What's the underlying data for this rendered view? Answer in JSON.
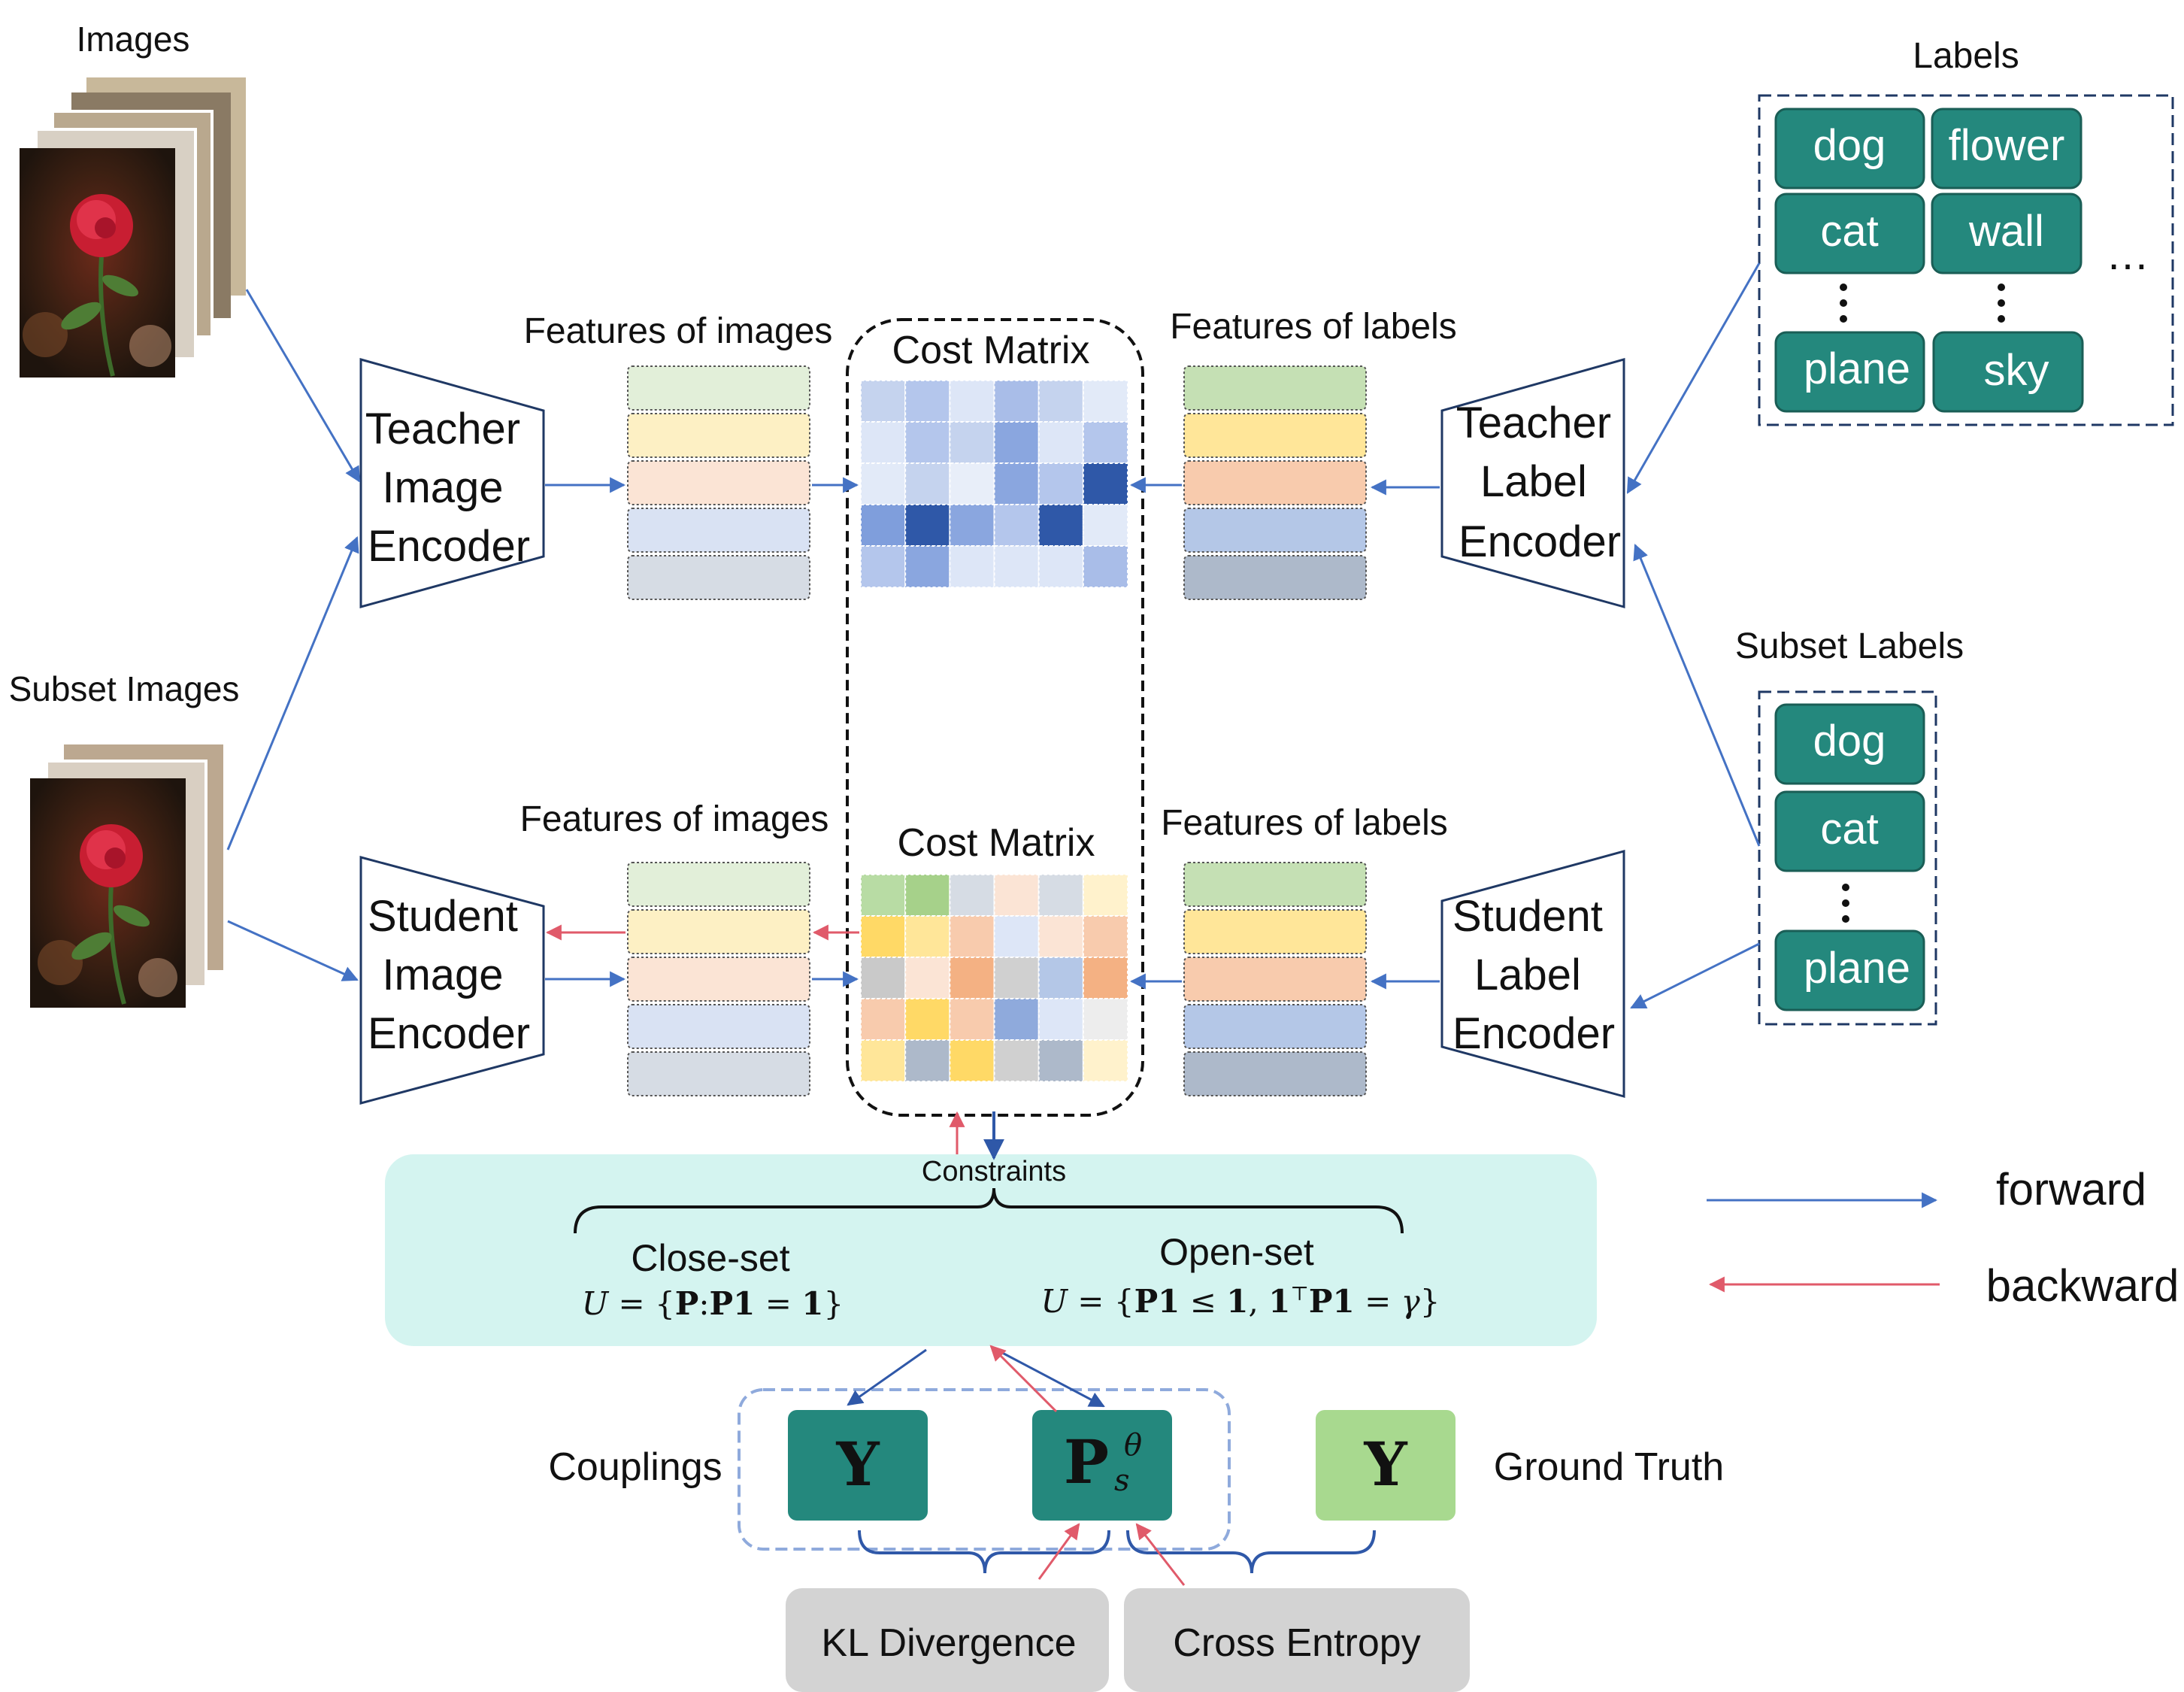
{
  "labels": {
    "images": "Images",
    "subset_images": "Subset Images",
    "labels_title": "Labels",
    "subset_labels_title": "Subset Labels",
    "features_images_top": "Features of images",
    "features_images_bottom": "Features of images",
    "features_labels_top": "Features of labels",
    "features_labels_bottom": "Features of labels",
    "cost_matrix_top": "Cost Matrix",
    "cost_matrix_bottom": "Cost Matrix",
    "constraints": "Constraints",
    "close_set": "Close-set",
    "open_set": "Open-set",
    "couplings": "Couplings",
    "ground_truth": "Ground Truth",
    "kl_divergence": "KL Divergence",
    "cross_entropy": "Cross Entropy",
    "forward": "forward",
    "backward": "backward",
    "ellipsis": "…",
    "y_symbol": "Y",
    "p_symbol": "P"
  },
  "encoders": {
    "teacher_image": [
      "Teacher",
      "Image",
      "Encoder"
    ],
    "student_image": [
      "Student",
      "Image",
      "Encoder"
    ],
    "teacher_label": [
      "Teacher",
      "Label",
      "Encoder"
    ],
    "student_label": [
      "Student",
      "Label",
      "Encoder"
    ]
  },
  "label_grid": {
    "col1": [
      "dog",
      "cat",
      "plane"
    ],
    "col2": [
      "flower",
      "wall",
      "sky"
    ]
  },
  "subset_label_list": [
    "dog",
    "cat",
    "plane"
  ],
  "colors": {
    "teal": "#24887d",
    "ground_truth_green": "#a8d98f",
    "forward_blue": "#4472c4",
    "backward_red": "#e05a6a",
    "panel_cyan": "#d4f4f0",
    "loss_gray": "#d3d3d3"
  },
  "feature_colors_images": [
    "#e2efd9",
    "#fdf0c4",
    "#fbe4d5",
    "#d9e2f3",
    "#d6dce4"
  ],
  "feature_colors_labels": [
    "#c5e0b4",
    "#ffe699",
    "#f8cbad",
    "#b4c7e7",
    "#adb9ca"
  ],
  "cost_matrix_top_cells": [
    [
      "#c5d3ee",
      "#b4c6ec",
      "#dde6f7",
      "#a9bde8",
      "#c5d3ee",
      "#e2eaf8"
    ],
    [
      "#dde6f7",
      "#b4c6ec",
      "#c5d3ee",
      "#8aa6df",
      "#dde6f7",
      "#b4c6ec"
    ],
    [
      "#e2eaf8",
      "#c5d3ee",
      "#e8eef9",
      "#8aa6df",
      "#b4c6ec",
      "#2f58a8"
    ],
    [
      "#7f9edc",
      "#2f58a8",
      "#8aa6df",
      "#b4c6ec",
      "#2f58a8",
      "#e2eaf8"
    ],
    [
      "#b4c6ec",
      "#8aa6df",
      "#dde6f7",
      "#dde6f7",
      "#dde6f7",
      "#a9bde8"
    ]
  ],
  "cost_matrix_bottom_cells": [
    [
      "#b8dca4",
      "#a6d18a",
      "#d6dce4",
      "#fbe4d5",
      "#d6dce4",
      "#fff2cc"
    ],
    [
      "#ffd966",
      "#ffe699",
      "#f8cbad",
      "#dde6f7",
      "#fbe4d5",
      "#f8cbad"
    ],
    [
      "#c9c9c9",
      "#fbe4d5",
      "#f4b183",
      "#d0d0d0",
      "#b4c7e7",
      "#f4b183"
    ],
    [
      "#f8cbad",
      "#ffd966",
      "#f8cbad",
      "#8faadc",
      "#dde6f7",
      "#ededed"
    ],
    [
      "#ffe699",
      "#adb9ca",
      "#ffd966",
      "#d0d0d0",
      "#adb9ca",
      "#fff2cc"
    ]
  ]
}
